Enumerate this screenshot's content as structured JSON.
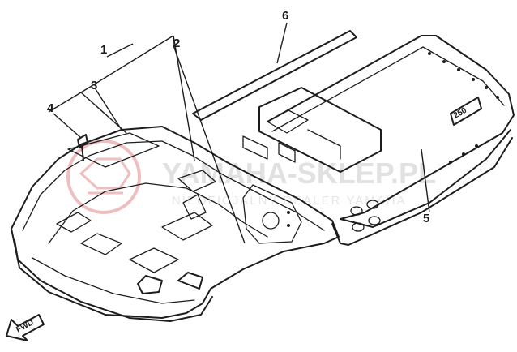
{
  "callouts": {
    "c1": "1",
    "c2": "2",
    "c3": "3",
    "c4": "4",
    "c5": "5",
    "c6": "6"
  },
  "fwd_label": "FWD",
  "badge_text": "250",
  "watermark": {
    "brand": "YAMAHA-SKLEP.PL",
    "tagline": "NIEOFICJALNY DEALER YAMAHA",
    "color": "#e05050"
  }
}
